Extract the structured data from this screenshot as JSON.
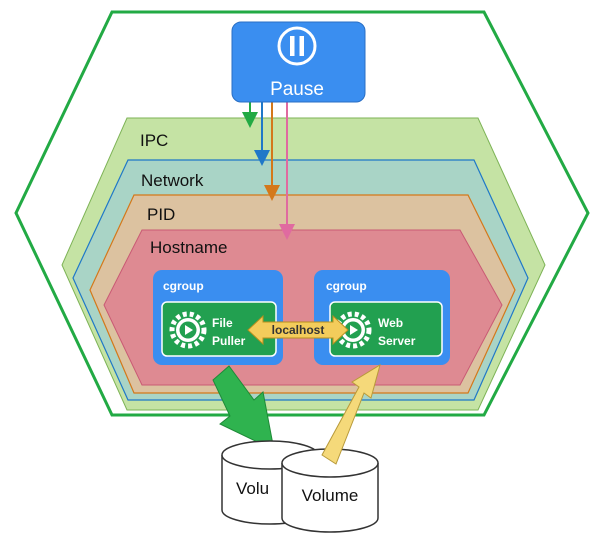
{
  "pause": {
    "label": "Pause",
    "icon": "pause-icon"
  },
  "layers": {
    "ipc": "IPC",
    "network": "Network",
    "pid": "PID",
    "hostname": "Hostname"
  },
  "containers": [
    {
      "cgroup": "cgroup",
      "line1": "File",
      "line2": "Puller",
      "icon": "gear-play-icon"
    },
    {
      "cgroup": "cgroup",
      "line1": "Web",
      "line2": "Server",
      "icon": "gear-play-icon"
    }
  ],
  "link": {
    "label": "localhost"
  },
  "volumes": [
    {
      "label": "Volu"
    },
    {
      "label": "Volume"
    }
  ],
  "colors": {
    "pod_border": "#22aa44",
    "ipc_fill": "#c5e3a4",
    "network_fill": "#a9d4c6",
    "pid_fill": "#dcc2a0",
    "hostname_fill": "#de8a92",
    "container_blue": "#3a8ef0",
    "process_green": "#22a050",
    "localhost_yellow": "#f3cc5b",
    "arrow_green": "#2fb34f",
    "arrow_yellow": "#f5d97a",
    "arrow_network": "#1f78c8",
    "arrow_pid": "#d4781a",
    "arrow_hostname": "#e06aa0"
  }
}
